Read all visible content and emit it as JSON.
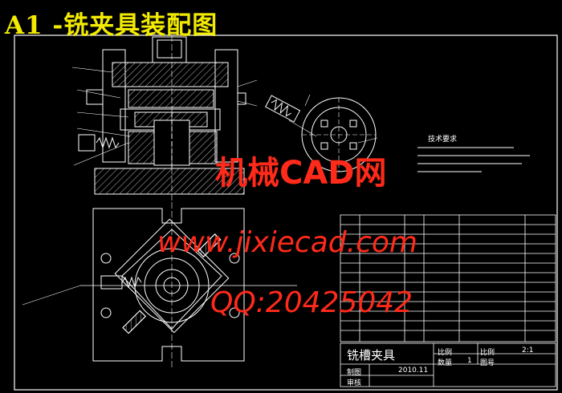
{
  "title": "A1 -铣夹具装配图",
  "watermarks": {
    "site_cn": "机械CAD网",
    "url": "www.jixiecad.com",
    "qq": "QQ:20425042"
  },
  "notes": {
    "tech_requirements": "技术要求"
  },
  "title_block": {
    "name": "铣槽夹具",
    "scale_label": "比例",
    "scale_value": "2:1",
    "qty_label": "数量",
    "qty_value": "1",
    "sheet_label": "图号",
    "drawn_label": "制图",
    "checked_label": "审核",
    "date": "2010.11"
  },
  "colors": {
    "background": "#000000",
    "line": "#ffffff",
    "title": "#f2ea00",
    "watermark": "#ff2a1a",
    "hatch": "#d9d9d9"
  }
}
